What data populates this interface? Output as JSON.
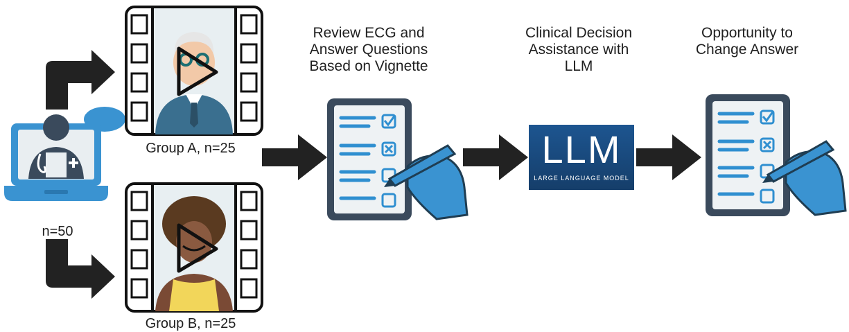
{
  "participants": {
    "count_label": "n=50"
  },
  "groups": [
    {
      "label": "Group A, n=25"
    },
    {
      "label": "Group B, n=25"
    }
  ],
  "steps": [
    {
      "title_lines": [
        "Review ECG and",
        "Answer Questions",
        "Based on Vignette"
      ]
    },
    {
      "title_lines": [
        "Clinical Decision",
        "Assistance with",
        "LLM"
      ]
    },
    {
      "title_lines": [
        "Opportunity to",
        "Change Answer"
      ]
    }
  ],
  "llm_badge": {
    "main_text": "LLM",
    "sub_text": "LARGE LANGUAGE MODEL"
  },
  "colors": {
    "arrow": "#222222",
    "accent_blue": "#2f8fd0",
    "dark_navy": "#3a4a5c",
    "panel": "#eef2f4",
    "llm_bg": "#17497a",
    "chat_bubble": "#3a93d1"
  },
  "icons": [
    "laptop-doctor-icon",
    "video-film-icon",
    "checklist-hand-icon",
    "llm-badge-icon"
  ]
}
